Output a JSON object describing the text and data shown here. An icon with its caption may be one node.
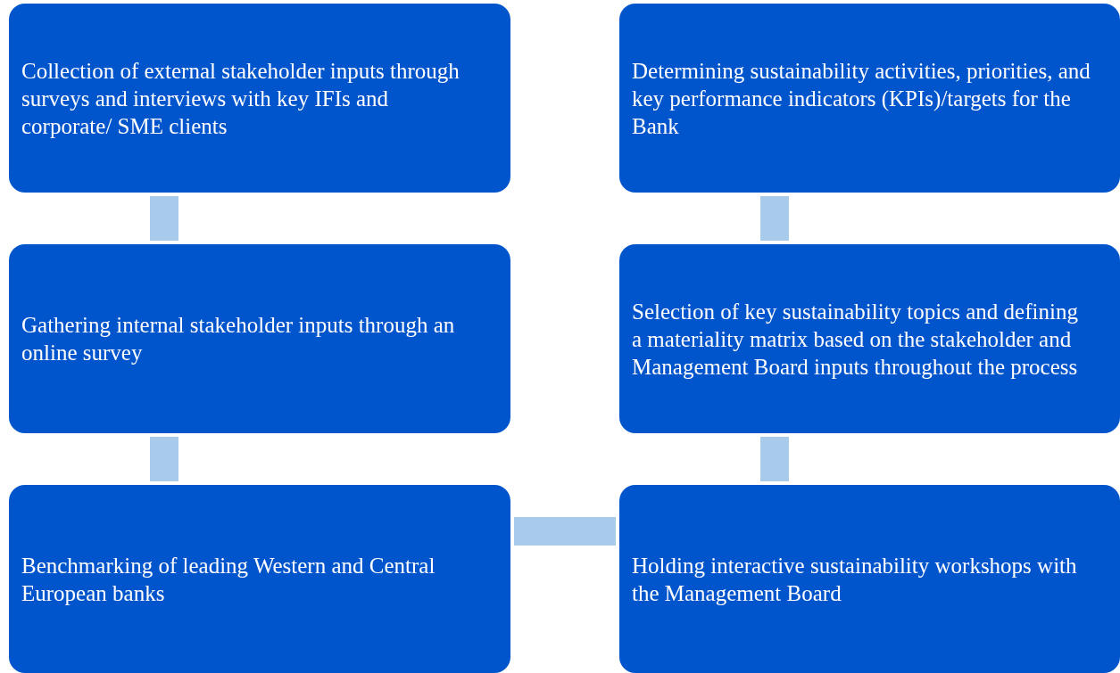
{
  "diagram": {
    "nodes": [
      {
        "text": [
          "Collection of external stakeholder inputs through surveys and interviews with key IFIs and corporate/ SME clients"
        ]
      },
      {
        "text": [
          "Determining sustainability activities, priorities, and key performance indicators (KPIs)/targets for the Bank"
        ]
      },
      {
        "text": [
          "Gathering internal stakeholder inputs through an online survey"
        ]
      },
      {
        "text": [
          "Selection of key sustainability topics and defining a materiality matrix based on the stakeholder and Management Board inputs throughout the process"
        ]
      },
      {
        "text": [
          "Benchmarking of leading Western and Central European banks"
        ]
      },
      {
        "text": [
          "Holding interactive sustainability workshops with the Management Board"
        ]
      }
    ],
    "edges": [
      {
        "from": 0,
        "to": 2,
        "arrow": "none"
      },
      {
        "from": 2,
        "to": 4,
        "arrow": "none"
      },
      {
        "from": 4,
        "to": 5,
        "arrow": "none"
      },
      {
        "from": 5,
        "to": 3,
        "arrow": "none"
      },
      {
        "from": 3,
        "to": 1,
        "arrow": "none"
      }
    ]
  }
}
